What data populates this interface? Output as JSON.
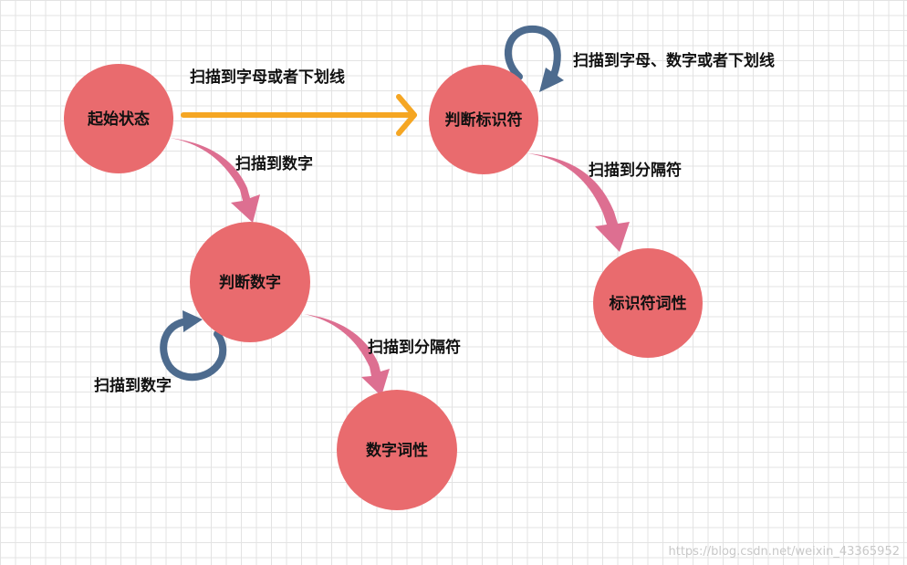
{
  "nodes": {
    "start": "起始状态",
    "judge_identifier": "判断标识符",
    "judge_number": "判断数字",
    "identifier_token": "标识符词性",
    "number_token": "数字词性"
  },
  "edges": {
    "start_to_identifier": "扫描到字母或者下划线",
    "identifier_self_loop": "扫描到字母、数字或者下划线",
    "start_to_number": "扫描到数字",
    "identifier_to_token": "扫描到分隔符",
    "number_self_loop": "扫描到数字",
    "number_to_token": "扫描到分隔符"
  },
  "watermark": "https://blog.csdn.net/weixin_43365952",
  "colors": {
    "node_fill": "#e96b6e",
    "straight_arrow": "#f5a623",
    "curved_arrow": "#dd6f91",
    "loop_arrow": "#4d6b8e",
    "grid_line": "#e3e3e3"
  }
}
